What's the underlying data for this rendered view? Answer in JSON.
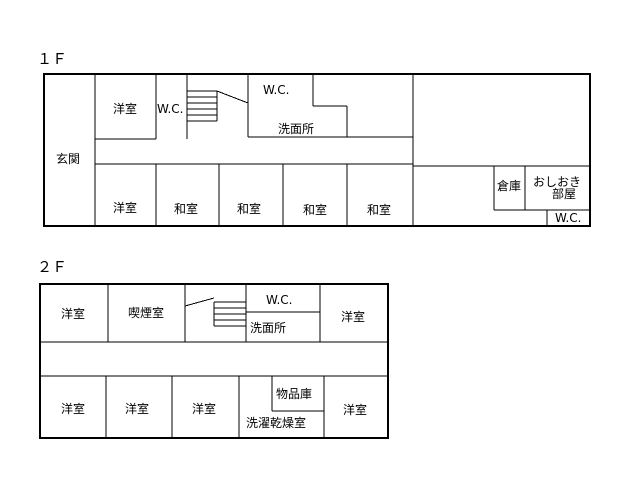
{
  "floors": [
    {
      "label": "１Ｆ",
      "rooms": {
        "entrance": "玄関",
        "western_top": "洋室",
        "wc_left": "W.C.",
        "wc_top": "W.C.",
        "washroom": "洗面所",
        "western_bottom": "洋室",
        "japanese_1": "和室",
        "japanese_2": "和室",
        "japanese_3": "和室",
        "japanese_4": "和室",
        "storage": "倉庫",
        "oshioki_line1": "おしおき",
        "oshioki_line2": "部屋",
        "wc_right": "W.C."
      }
    },
    {
      "label": "２Ｆ",
      "rooms": {
        "western_tl": "洋室",
        "smoking": "喫煙室",
        "wc": "W.C.",
        "washroom": "洗面所",
        "western_tr": "洋室",
        "western_b1": "洋室",
        "western_b2": "洋室",
        "western_b3": "洋室",
        "goods_storage": "物品庫",
        "laundry": "洗濯乾燥室",
        "western_br": "洋室"
      }
    }
  ]
}
